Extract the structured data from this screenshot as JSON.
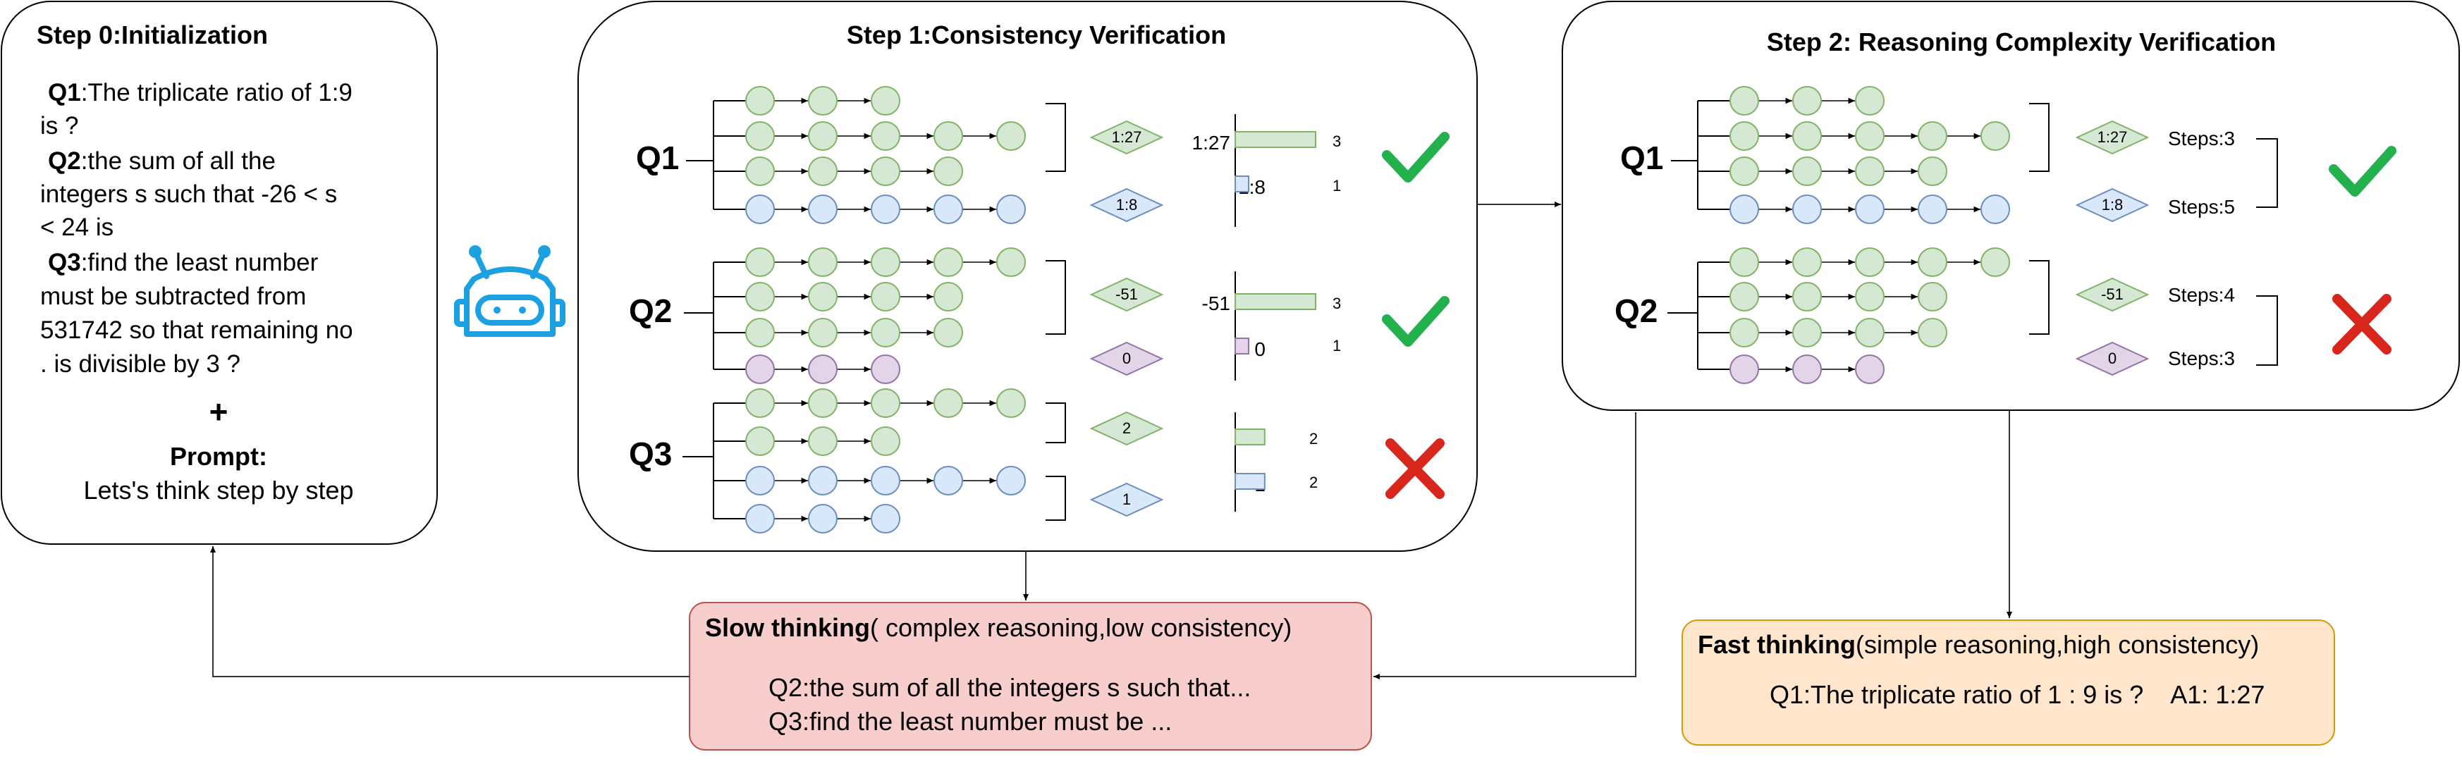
{
  "step0": {
    "title": "Step 0:Initialization",
    "q1_label": "Q1",
    "q1_text_line1": ":The triplicate ratio of 1:9",
    "q1_text_line2": "is ?",
    "q2_label": "Q2",
    "q2_text_line1": ":the sum of all the",
    "q2_text_line2": "integers s such that  -26 < s",
    "q2_text_line3": "< 24 is",
    "q3_label": "Q3",
    "q3_text_line1": ":find the least number",
    "q3_text_line2": "must be   subtracted from",
    "q3_text_line3": "531742 so that remaining no",
    "q3_text_line4": ". is divisible by 3 ?",
    "plus": "+",
    "prompt_title": "Prompt:",
    "prompt_text": "Lets's think step by step"
  },
  "step1": {
    "title": "Step 1:Consistency Verification",
    "q1": {
      "label": "Q1",
      "answers": [
        "1:27",
        "1:8"
      ],
      "counts": [
        3,
        1
      ],
      "verdict": "check"
    },
    "q2": {
      "label": "Q2",
      "answers": [
        "-51",
        "0"
      ],
      "counts": [
        3,
        1
      ],
      "verdict": "check"
    },
    "q3": {
      "label": "Q3",
      "answers": [
        "2",
        "1"
      ],
      "counts": [
        2,
        2
      ],
      "verdict": "cross"
    }
  },
  "step2": {
    "title": "Step 2: Reasoning Complexity Verification",
    "q1": {
      "label": "Q1",
      "answers": [
        "1:27",
        "1:8"
      ],
      "steps": [
        "Steps:3",
        "Steps:5"
      ],
      "verdict": "check"
    },
    "q2": {
      "label": "Q2",
      "answers": [
        "-51",
        "0"
      ],
      "steps": [
        "Steps:4",
        "Steps:3"
      ],
      "verdict": "cross"
    }
  },
  "slow": {
    "title": "Slow thinking",
    "subtitle": "( complex reasoning,low consistency)",
    "line1": "Q2:the sum of all the integers s such that...",
    "line2": "Q3:find the least number must be ..."
  },
  "fast": {
    "title": "Fast thinking",
    "subtitle": "(simple reasoning,high consistency)",
    "line1": "Q1:The triplicate ratio of 1 : 9 is ?    A1: 1:27"
  },
  "colors": {
    "green_fill": "#d5e8d4",
    "green_stroke": "#82b366",
    "blue_fill": "#dae8fc",
    "blue_stroke": "#6c8ebf",
    "purple_fill": "#e1d5e7",
    "purple_stroke": "#9673a6",
    "check": "#22b14c",
    "cross": "#d9261c",
    "slow_fill": "#f8cecc",
    "slow_stroke": "#b85450",
    "fast_fill": "#ffe6cc",
    "fast_stroke": "#d79b00",
    "robot": "#1ba1e2"
  }
}
